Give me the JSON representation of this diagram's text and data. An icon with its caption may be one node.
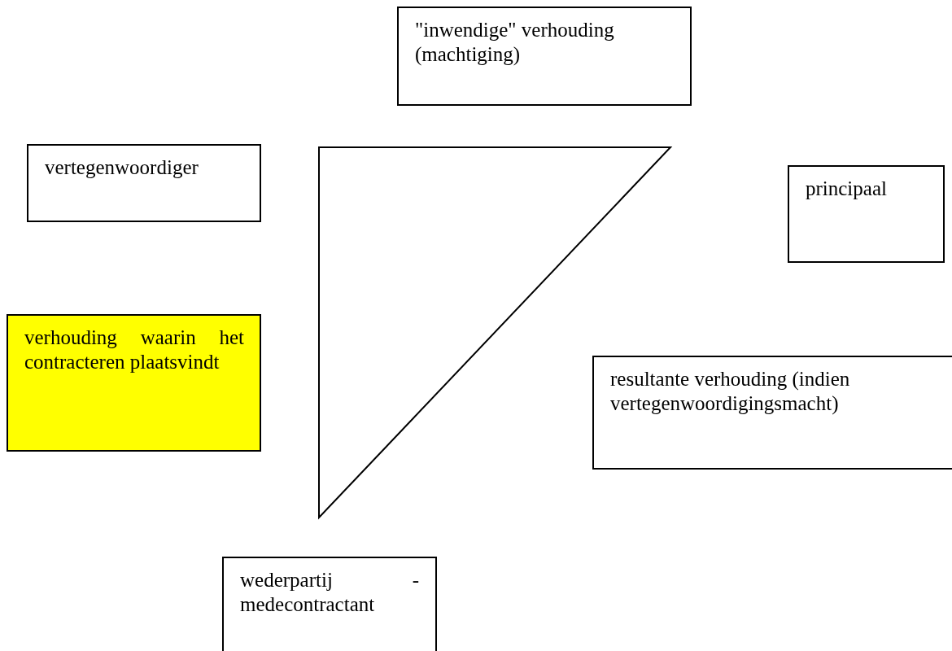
{
  "diagram": {
    "nodes": [
      {
        "text": [
          "\"inwendige\" verhouding (machtiging)"
        ]
      },
      {
        "text": [
          "vertegenwoordiger"
        ]
      },
      {
        "text": [
          "principaal"
        ]
      },
      {
        "text": [
          "verhouding waarin het contracteren plaatsvindt"
        ]
      },
      {
        "text": [
          "resultante verhouding (indien vertegenwoordigingsmacht)"
        ]
      },
      {
        "text": [
          "wederpartij - medecontractant"
        ]
      }
    ]
  }
}
